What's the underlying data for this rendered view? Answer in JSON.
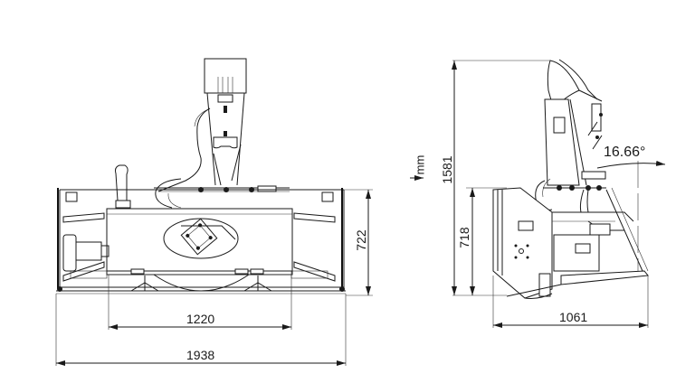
{
  "drawing": {
    "subject": "Snow blower technical drawing",
    "views": [
      "front-view",
      "side-view"
    ],
    "units": "mm",
    "line_color": "#1a1a1a",
    "background": "#ffffff"
  },
  "front_view": {
    "dimensions": {
      "overall_width": "1938",
      "inner_width": "1220",
      "height": "722"
    }
  },
  "side_view": {
    "dimensions": {
      "overall_height": "1581",
      "housing_height": "718",
      "depth": "1061",
      "tilt_angle": "16.66°"
    }
  }
}
